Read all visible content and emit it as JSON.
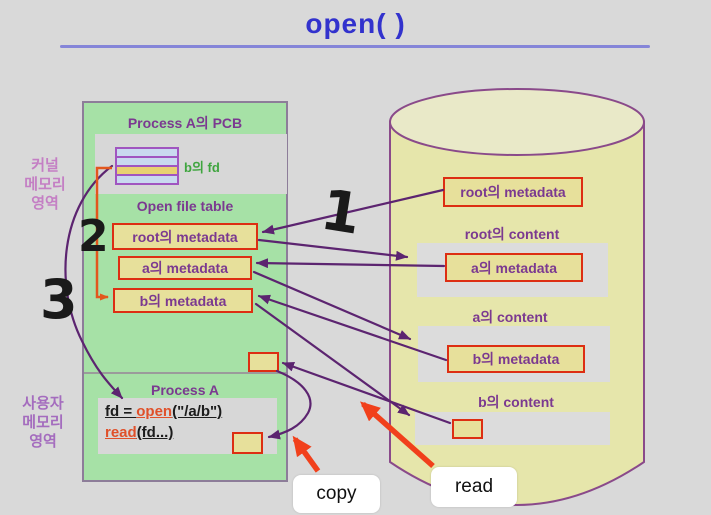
{
  "title": "open( )",
  "side_labels": {
    "kernel": {
      "line1": "커널",
      "line2": "메모리",
      "line3": "영역"
    },
    "user": {
      "line1": "사용자",
      "line2": "메모리",
      "line3": "영역"
    }
  },
  "panel": {
    "pcb_title": "Process A의 PCB",
    "fd_label": "b의 fd",
    "table_title": "Open file table",
    "entry_root": "root의 metadata",
    "entry_a": "a의 metadata",
    "entry_b": "b의 metadata",
    "process_title": "Process A",
    "code": {
      "line1_var": "fd = ",
      "line1_fn": "open",
      "line1_args": "(\"/a/b\")",
      "line2_fn": "read",
      "line2_args": "(fd...)"
    }
  },
  "disk": {
    "root_metadata": "root의 metadata",
    "root_content": "root의 content",
    "a_metadata": "a의 metadata",
    "a_content": "a의 content",
    "b_metadata": "b의 metadata",
    "b_content": "b의 content"
  },
  "annotations": {
    "step1": "1",
    "step2": "2",
    "step3": "3",
    "copy": "copy",
    "read": "read"
  },
  "colors": {
    "title_blue": "#3232cd",
    "panel_green": "#a6e1a6",
    "box_yellow": "#e7e09b",
    "box_border_red": "#dd2e12",
    "purple_text": "#7b3990",
    "arrow_purple": "#5c2470",
    "arrow_orange": "#f1401b",
    "disk_fill": "#e6e6ab",
    "fd_row_blue": "#c9d9ef",
    "fd_row_yellow": "#e8d171",
    "green_text": "#3fa53f"
  }
}
